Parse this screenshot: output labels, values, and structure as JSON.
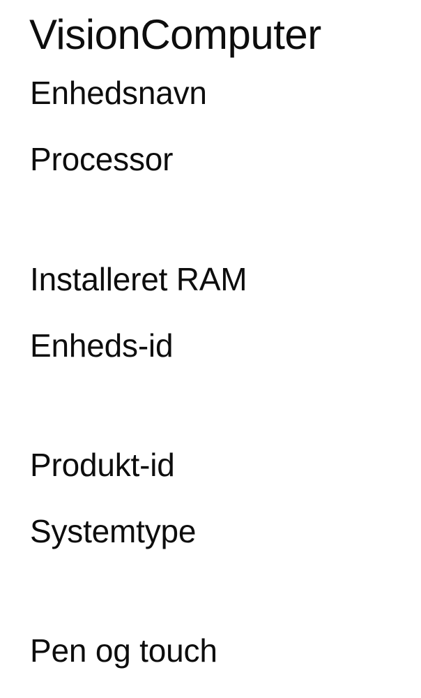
{
  "page": {
    "background_color": "#ffffff",
    "text_color": "#0d0d0d",
    "device_name_heading": "VisionComputer"
  },
  "device_specifications": {
    "rows": [
      {
        "label": "Enhedsnavn",
        "value": ""
      },
      {
        "label": "Processor",
        "value": ""
      },
      {
        "label": "Installeret RAM",
        "value": ""
      },
      {
        "label": "Enheds-id",
        "value": ""
      },
      {
        "label": "Produkt-id",
        "value": ""
      },
      {
        "label": "Systemtype",
        "value": ""
      },
      {
        "label": "Pen og touch",
        "value": ""
      }
    ]
  }
}
